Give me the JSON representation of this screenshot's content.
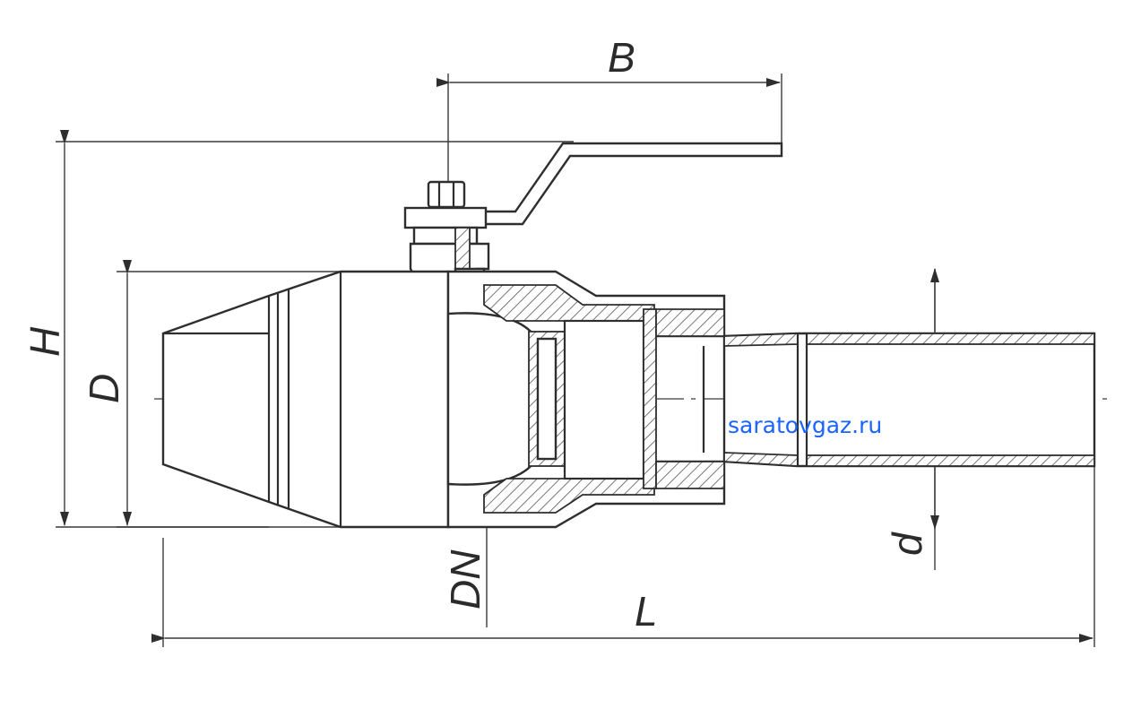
{
  "labels": {
    "B": "B",
    "H": "H",
    "D": "D",
    "DN": "DN",
    "L": "L",
    "d": "d"
  },
  "watermark": "saratovgaz.ru",
  "colors": {
    "line": "#2e2e2e",
    "watermark": "#1a64ff"
  }
}
